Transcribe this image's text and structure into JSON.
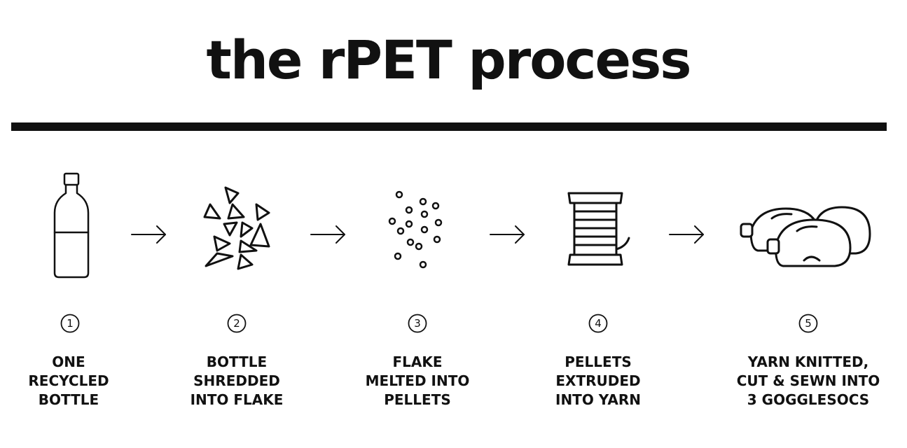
{
  "title": "the rPET process",
  "steps": [
    {
      "number": "1",
      "lines": [
        "ONE",
        "RECYCLED",
        "BOTTLE"
      ],
      "icon": "bottle-icon"
    },
    {
      "number": "2",
      "lines": [
        "BOTTLE",
        "SHREDDED",
        "INTO FLAKE"
      ],
      "icon": "flakes-icon"
    },
    {
      "number": "3",
      "lines": [
        "FLAKE",
        "MELTED INTO",
        "PELLETS"
      ],
      "icon": "pellets-icon"
    },
    {
      "number": "4",
      "lines": [
        "PELLETS",
        "EXTRUDED",
        "INTO YARN"
      ],
      "icon": "yarn-spool-icon"
    },
    {
      "number": "5",
      "lines": [
        "YARN KNITTED,",
        "CUT & SEWN INTO",
        "3 GOGGLESOCS"
      ],
      "icon": "gogglesocs-icon"
    }
  ],
  "colors": {
    "ink": "#111111",
    "background": "#ffffff"
  }
}
